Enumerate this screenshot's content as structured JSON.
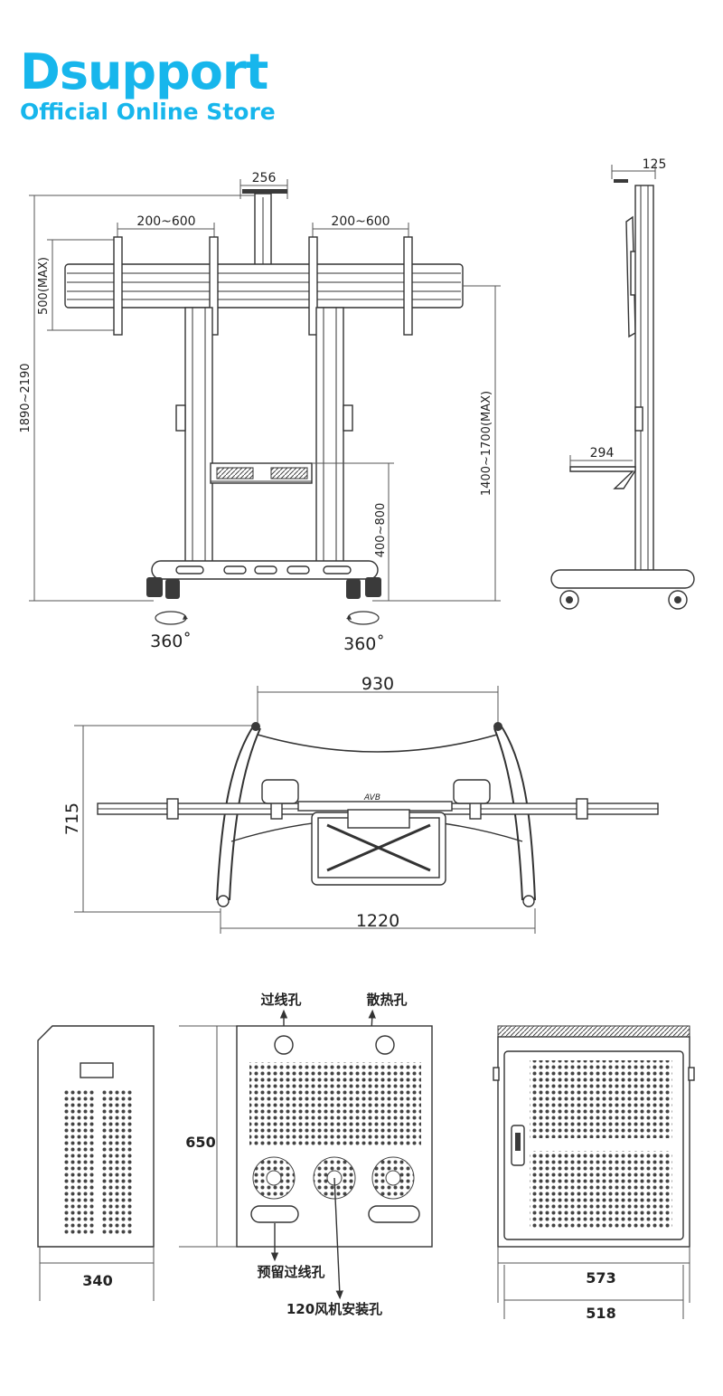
{
  "brand": {
    "name": "Dsupport",
    "tagline": "Official Online Store",
    "color": "#17b6ec"
  },
  "front_view": {
    "top_bracket_width": "256",
    "left_vesa_span": "200~600",
    "right_vesa_span": "200~600",
    "vertical_vesa": "500(MAX)",
    "total_height": "1890~2190",
    "screen_height": "1400~1700(MAX)",
    "shelf_height": "400~800",
    "left_rotation": "360˚",
    "right_rotation": "360˚"
  },
  "side_view": {
    "camera_depth": "125",
    "shelf_depth": "294"
  },
  "top_view": {
    "beam_span": "930",
    "depth": "715",
    "base_width": "1220"
  },
  "cabinet": {
    "cable_hole_label": "过线孔",
    "vent_label": "散热孔",
    "height": "650",
    "side_width": "340",
    "reserved_cable_hole_label": "预留过线孔",
    "fan_mount_label": "120风机安装孔",
    "front_outer_width": "573",
    "front_inner_width": "518"
  }
}
